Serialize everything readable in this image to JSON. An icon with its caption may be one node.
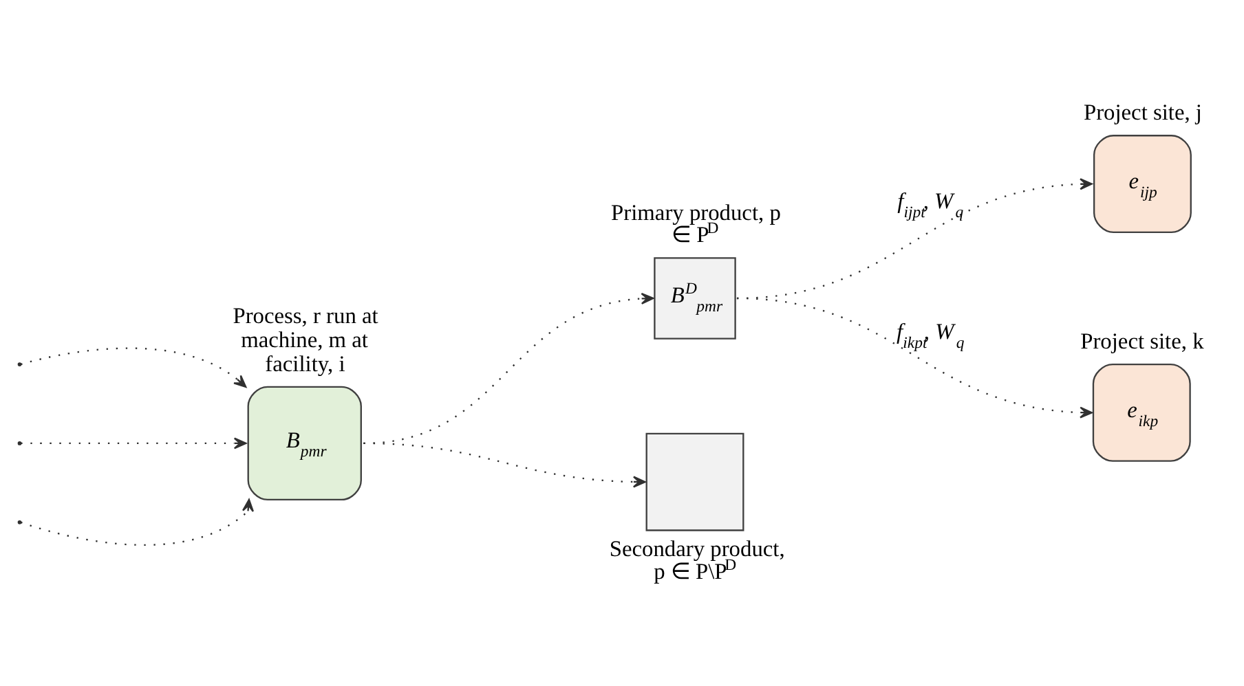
{
  "diagram": {
    "nodes": [
      {
        "text": [
          "Process, r run at machine, m at facility, i",
          "B$_{pmr}$"
        ]
      },
      {
        "text": [
          "Primary product, p ∈ P$^{D}$",
          "B$^{D}$$_{pmr}$"
        ]
      },
      {
        "text": [
          "Project site, j",
          "e$_{ijp}$"
        ]
      },
      {
        "text": [
          "Project site, k",
          "e$_{ikp}$"
        ]
      },
      {
        "text": [
          "Secondary product, p ∈ P\\P$^{D}$"
        ]
      }
    ],
    "edges": [
      {
        "from": null,
        "to": 0,
        "arrow": "to"
      },
      {
        "from": null,
        "to": 0,
        "arrow": "to"
      },
      {
        "from": null,
        "to": 0,
        "arrow": "to"
      },
      {
        "from": 0,
        "to": 1,
        "arrow": "to"
      },
      {
        "from": 0,
        "to": 4,
        "arrow": "to"
      },
      {
        "from": 1,
        "to": 2,
        "arrow": "to",
        "label": "f$_{ijpt}$, W$_{q}$"
      },
      {
        "from": 1,
        "to": 3,
        "arrow": "to",
        "label": "f$_{ikpt}$, W$_{q}$"
      }
    ]
  }
}
